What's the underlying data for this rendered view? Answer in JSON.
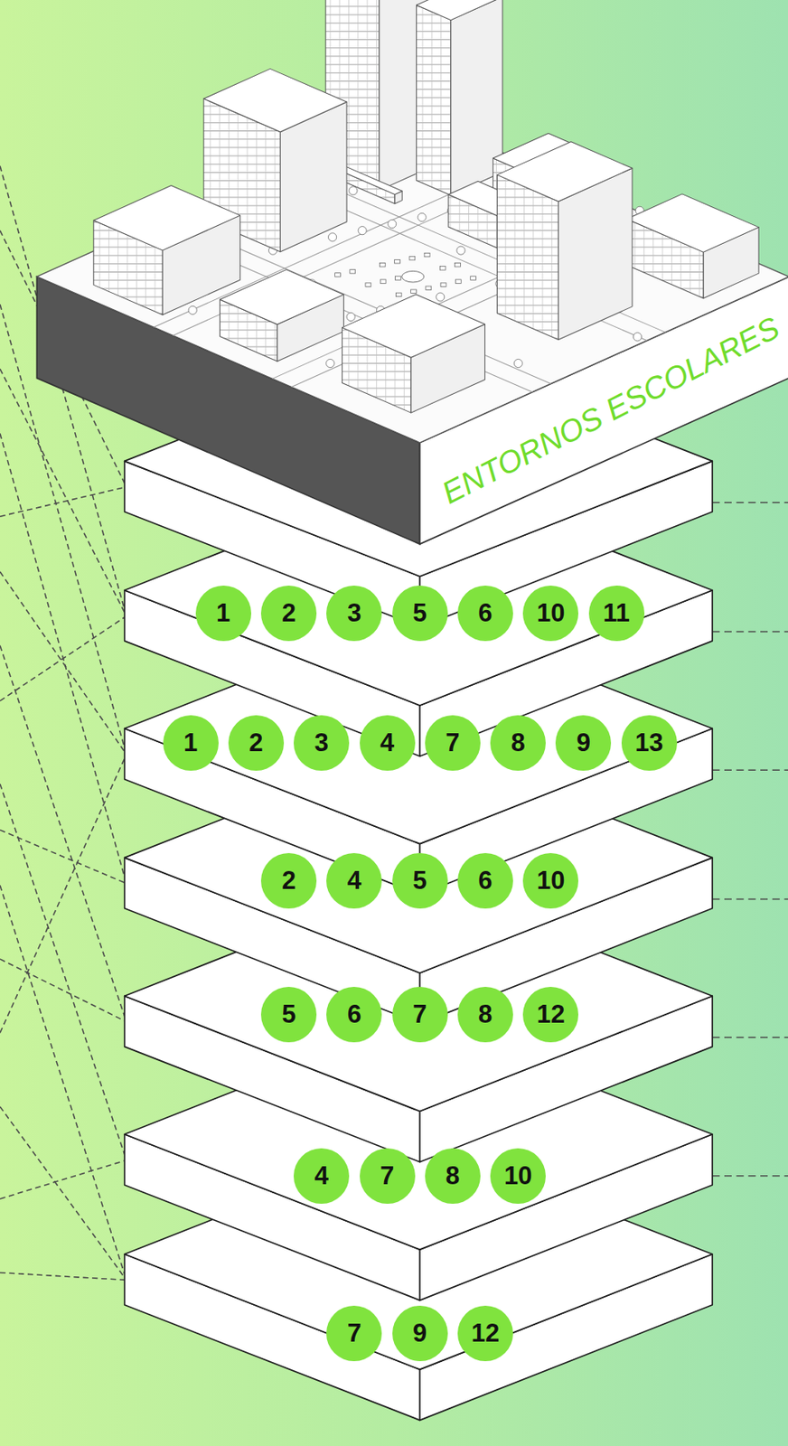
{
  "diagram": {
    "labels": [
      "ENTORNOS ESCOLARES",
      "1",
      "2",
      "3",
      "5",
      "6",
      "10",
      "11",
      "1",
      "2",
      "3",
      "4",
      "7",
      "8",
      "9",
      "13",
      "2",
      "4",
      "5",
      "6",
      "10",
      "5",
      "6",
      "7",
      "8",
      "12",
      "4",
      "7",
      "8",
      "10",
      "7",
      "9",
      "12"
    ]
  }
}
